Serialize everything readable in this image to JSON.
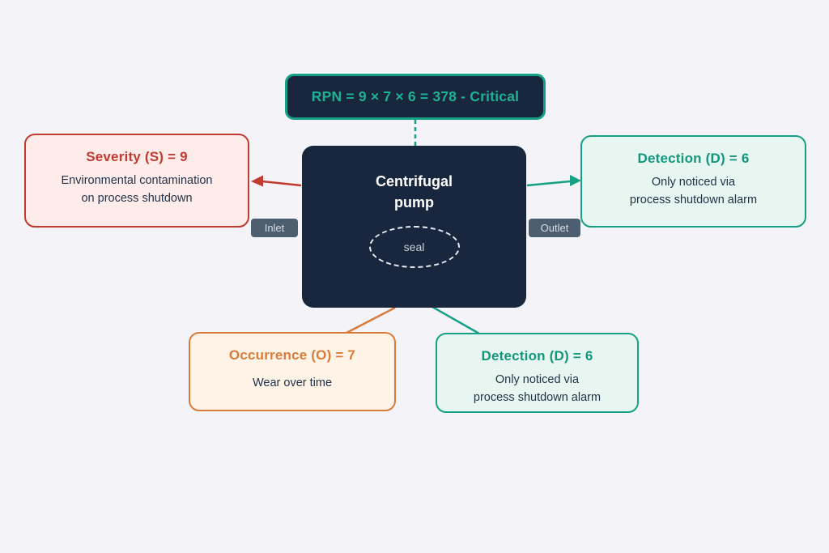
{
  "rpn": {
    "label": "RPN = 9 × 7 × 6 = 378 - Critical"
  },
  "pump": {
    "title": "Centrifugal\npump",
    "seal": "seal"
  },
  "ports": {
    "inlet": "Inlet",
    "outlet": "Outlet"
  },
  "severity": {
    "title": "Severity (S) = 9",
    "desc": "Environmental contamination\non process shutdown"
  },
  "detection_right": {
    "title": "Detection (D) = 6",
    "desc": "Only noticed via\nprocess shutdown alarm"
  },
  "occurrence": {
    "title": "Occurrence (O) = 7",
    "desc": "Wear over time"
  },
  "detection_bottom": {
    "title": "Detection (D) = 6",
    "desc": "Only noticed via\nprocess shutdown alarm"
  },
  "colors": {
    "bg": "#f3f3f8",
    "navy": "#18263e",
    "teal": "#16a085",
    "teal_text": "#1fb193",
    "teal_dark": "#13967c",
    "red": "#c23b31",
    "orange": "#d97b3a",
    "pink_fill": "#fdecea",
    "mint_fill": "#e7f6f0",
    "peach_fill": "#fdf3e7",
    "slate": "#4d5e70"
  }
}
